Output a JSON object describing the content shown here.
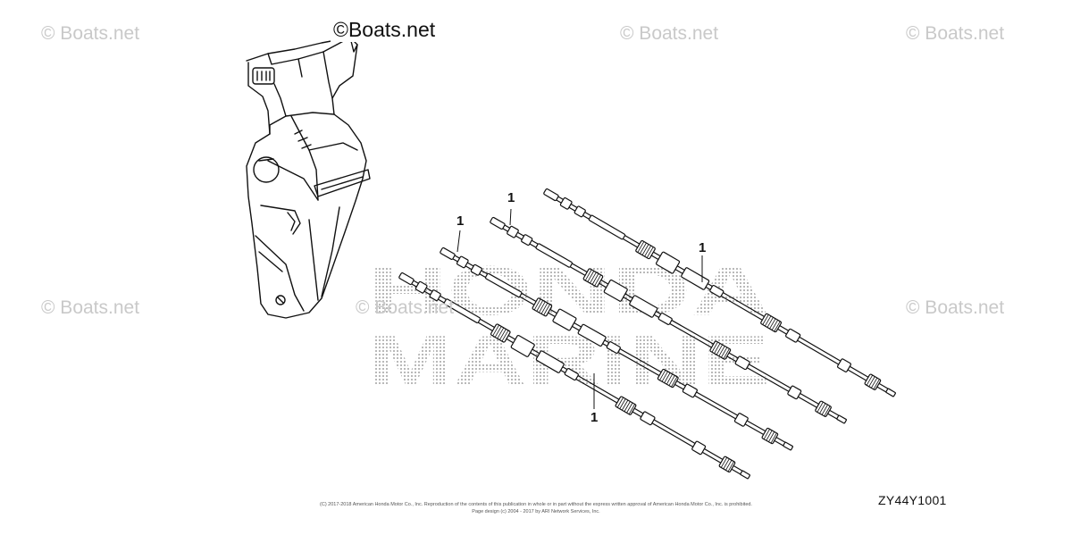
{
  "watermarks": {
    "brand_text": "© Boats.net",
    "brand_text_prominent": "©Boats.net"
  },
  "logo": {
    "line1": "HONDA",
    "line2": "MARINE"
  },
  "callouts": {
    "part_1": "1"
  },
  "diagram_code": "ZY44Y1001",
  "footer": {
    "copyright_line": "(C) 2017-2018 American Honda Motor Co., Inc. Reproduction of the contents of this publication in whole or in part without the express written approval of American Honda Motor Co., Inc. is prohibited.",
    "page_design_line": "Page design (c) 2004 - 2017 by ARI Network Services, Inc."
  },
  "colors": {
    "line_art": "#111111",
    "watermark": "#c9c9c9",
    "logo_dots": "#b8b8b8"
  }
}
